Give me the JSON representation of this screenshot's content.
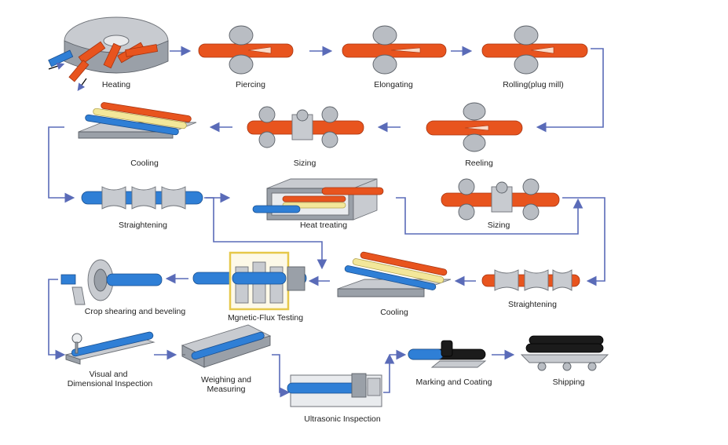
{
  "steps": {
    "heating": "Heating",
    "piercing": "Piercing",
    "elongating": "Elongating",
    "rolling": "Rolling(plug mill)",
    "cooling1": "Cooling",
    "sizing1": "Sizing",
    "reeling": "Reeling",
    "straightening1": "Straightening",
    "heat_treating": "Heat treating",
    "sizing2": "Sizing",
    "crop_shearing": "Crop shearing and beveling",
    "flux_testing": "Mgnetic-Flux Testing",
    "cooling2": "Cooling",
    "straightening2": "Straightening",
    "visual_line1": "Visual and",
    "visual_line2": "Dimensional Inspection",
    "weighing_line1": "Weighing and",
    "weighing_line2": "Measuring",
    "ultrasonic": "Ultrasonic Inspection",
    "marking": "Marking and Coating",
    "shipping": "Shipping"
  },
  "colors": {
    "arrow": "#5a6bb8",
    "hot_pipe": "#e8541e",
    "cool_pipe": "#2f7fd6",
    "warm_pipe": "#f3e79a",
    "coated_pipe": "#1b1b1b",
    "flux_frame": "#e6c84a"
  }
}
